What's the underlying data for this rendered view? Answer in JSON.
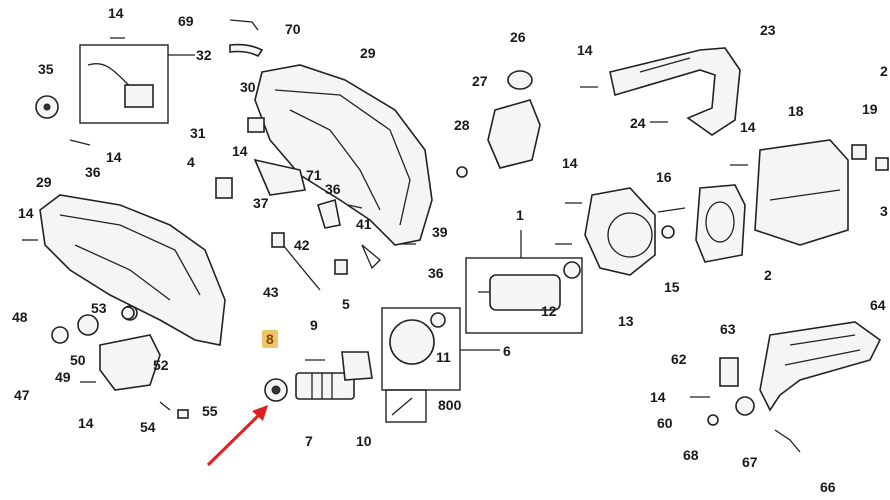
{
  "diagram": {
    "labels": [
      "14",
      "69",
      "70",
      "29",
      "32",
      "35",
      "36",
      "14",
      "30",
      "31",
      "71",
      "14",
      "4",
      "37",
      "36",
      "29",
      "14",
      "42",
      "41",
      "39",
      "36",
      "43",
      "5",
      "53",
      "48",
      "50",
      "49",
      "52",
      "47",
      "14",
      "8",
      "9",
      "7",
      "10",
      "54",
      "55",
      "6",
      "11",
      "800",
      "26",
      "27",
      "28",
      "14",
      "23",
      "24",
      "14",
      "18",
      "19",
      "3",
      "1",
      "16",
      "12",
      "13",
      "15",
      "2",
      "14",
      "64",
      "63",
      "62",
      "14",
      "60",
      "68",
      "67",
      "66",
      "2"
    ],
    "highlighted_label": "8",
    "highlight_color": "#f2c46a",
    "arrow_color": "#e02020"
  }
}
